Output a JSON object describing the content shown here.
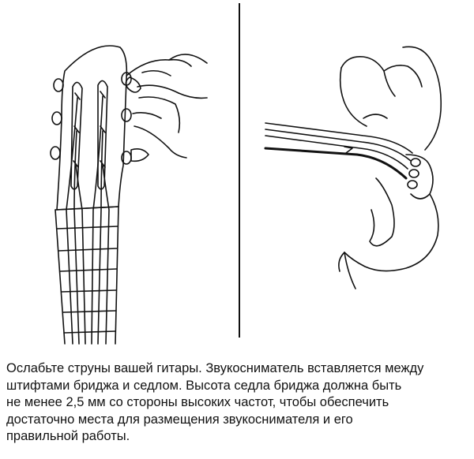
{
  "instructions": {
    "lines": [
      "Ослабьте струны вашей гитары. Звукосниматель вставляется между",
      "штифтами бриджа и седлом. Высота седла бриджа должна быть",
      "не менее 2,5 мм со стороны высоких частот, чтобы обеспечить",
      "достаточно места для размещения звукоснимателя и его",
      "правильной работы."
    ]
  },
  "illustrations": {
    "left": "guitar-headstock-loosening-strings-illustration",
    "right": "pickup-insertion-under-bridge-illustration"
  }
}
